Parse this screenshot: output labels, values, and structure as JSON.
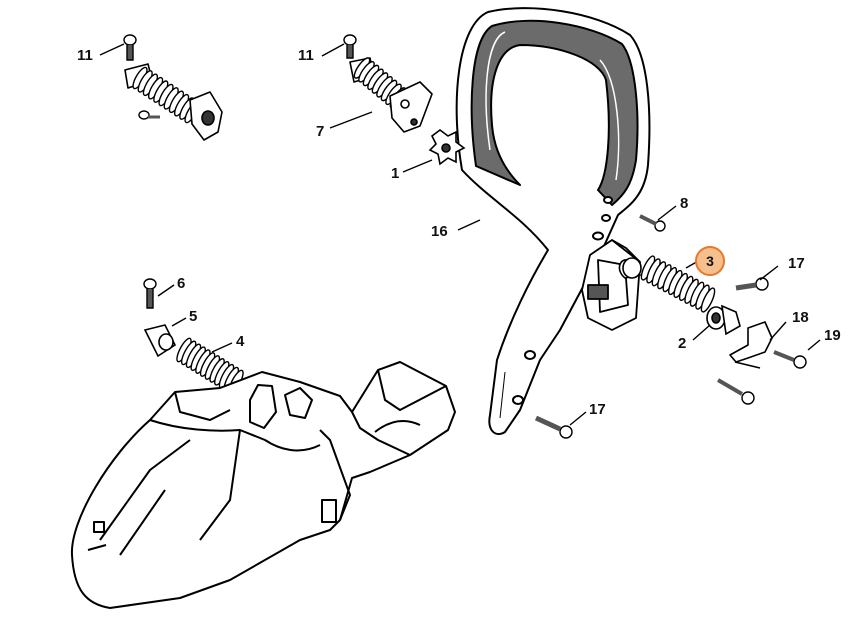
{
  "diagram": {
    "callouts": [
      {
        "id": "c11a",
        "number": "11"
      },
      {
        "id": "c11b",
        "number": "11"
      },
      {
        "id": "c7",
        "number": "7"
      },
      {
        "id": "c1",
        "number": "1"
      },
      {
        "id": "c16",
        "number": "16"
      },
      {
        "id": "c8",
        "number": "8"
      },
      {
        "id": "c3",
        "number": "3",
        "highlighted": true
      },
      {
        "id": "c17a",
        "number": "17"
      },
      {
        "id": "c18",
        "number": "18"
      },
      {
        "id": "c2",
        "number": "2"
      },
      {
        "id": "c19",
        "number": "19"
      },
      {
        "id": "c17b",
        "number": "17"
      },
      {
        "id": "c6",
        "number": "6"
      },
      {
        "id": "c5",
        "number": "5"
      },
      {
        "id": "c4",
        "number": "4"
      }
    ],
    "colors": {
      "line": "#000000",
      "part_fill": "#ffffff",
      "grip": "#6b6b6b",
      "highlight_fill": "#f6c08e",
      "highlight_border": "#e8782a"
    }
  }
}
